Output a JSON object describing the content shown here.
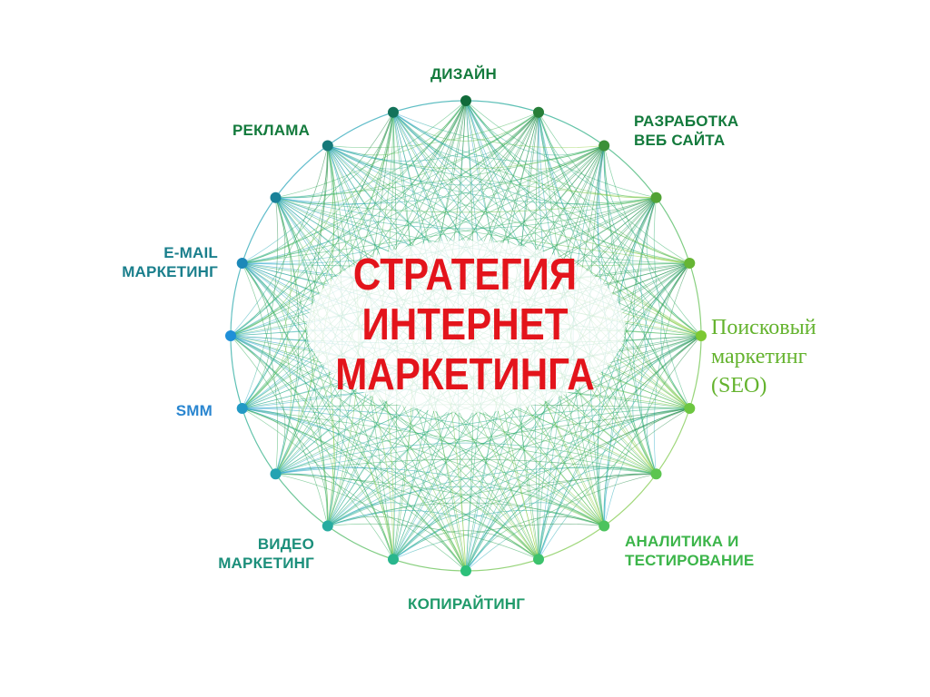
{
  "diagram": {
    "center_title": {
      "lines": [
        "СТРАТЕГИЯ",
        "ИНТЕРНЕТ",
        "МАРКЕТИНГА"
      ],
      "color": "#e3141b"
    },
    "labels": {
      "design": {
        "lines": [
          "ДИЗАЙН"
        ],
        "color": "#137a3c"
      },
      "web_dev": {
        "lines": [
          "РАЗРАБОТКА",
          "ВЕБ САЙТА"
        ],
        "color": "#137a3c"
      },
      "seo": {
        "lines": [
          "Поисковый",
          "маркетинг",
          "(SEO)"
        ],
        "color": "#64b32e"
      },
      "analytics": {
        "lines": [
          "АНАЛИТИКА И",
          "ТЕСТИРОВАНИЕ"
        ],
        "color": "#3cb54a"
      },
      "copywriting": {
        "lines": [
          "КОПИРАЙТИНГ"
        ],
        "color": "#1f9a6a"
      },
      "video": {
        "lines": [
          "ВИДЕО",
          "МАРКЕТИНГ"
        ],
        "color": "#1c8f7b"
      },
      "smm": {
        "lines": [
          "SMM"
        ],
        "color": "#2a86d0"
      },
      "email": {
        "lines": [
          "E-MAIL",
          "МАРКЕТИНГ"
        ],
        "color": "#1a7f8c"
      },
      "ads": {
        "lines": [
          "РЕКЛАМА"
        ],
        "color": "#137a3c"
      }
    },
    "node_colors": {
      "top": "#106b3a",
      "right": "#7cc832",
      "bottom": "#2cc07a",
      "left": "#1f8fd8"
    }
  }
}
